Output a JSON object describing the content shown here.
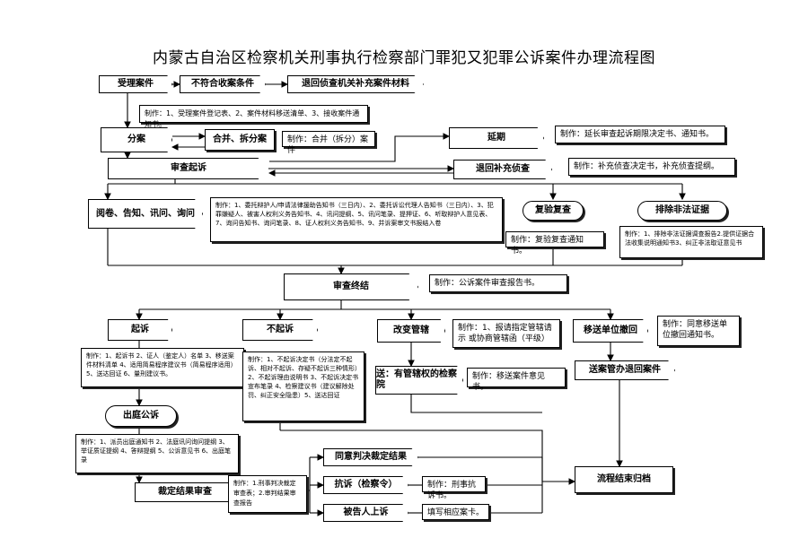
{
  "title": "内蒙古自治区检察机关刑事执行检察部门罪犯又犯罪公诉案件办理流程图",
  "nodes": {
    "receive_case": "受理案件",
    "not_conform": "不符合收案条件",
    "return_material": "退回侦查机关补充案件材料",
    "note_receive": "制作：1、受理案件登记表、2、案件材料移送清单、3、接收案件通知书。",
    "fenan": "分案",
    "merge_split": "合并、拆分案",
    "note_merge": "制作：合并（拆分）案件",
    "extend": "延期",
    "note_extend": "制作：延长审查起诉期限决定书、通知书。",
    "review_prosecution": "审查起诉",
    "return_investigation": "退回补充侦查",
    "note_return_investigation": "制作：补充侦查决定书，补充侦查提纲。",
    "read_file": "阅卷、告知、讯问、询问",
    "note_read": "制作：1、委托辩护人/申请法律援助告知书（三日内）、2、委托诉讼代理人告知书（三日内）、3、犯罪嫌疑人、被害人权利义务告知书、4、讯问提纲、5、讯问笔录、提押证、6、听取辩护人意见表、7、询问告知书、询问笔录、8、证人权利义务告知书、9、并诉案审文书报结入卷",
    "recheck": "复验复查",
    "note_recheck": "制作：复验复查通知书。",
    "exclude_evidence": "排除非法证据",
    "note_exclude": "制作：1、排除非法证据调查报告2.提供证据合法收集说明通知书3、纠正非法取证意见书",
    "review_end": "审查终结",
    "note_review_end": "制作：公诉案件审查报告书。",
    "prosecute": "起诉",
    "no_prosecute": "不起诉",
    "change_jurisdiction": "改变管辖",
    "note_change": "制作：1、报请指定管辖请示 或协商管辖函（平级）",
    "return_transfer": "移送单位撤回",
    "note_transfer": "制作：同意移送单位撤回通知书。",
    "note_prosecute": "制作：1、起诉书 2、证人（鉴定人）名单 3、移送案件材料清单 4、适用简易程序建议书（简易程序适用）5、送达回证 6、量刑建议书。",
    "note_no_prosecute": "制作：1、不起诉决定书（分法定不起诉、相对不起诉、存疑不起诉三种情形）2、不起诉理由说明书 3、不起诉决定书宣布笔录 4、检察建议书（建议解除处罚、纠正安全隐患）5、送达回证",
    "to_competent": "送：有管辖权的检察院",
    "note_transfer_opinion": "制作：移送案件意见书。",
    "send_handler": "送案管办退回案件",
    "court_prosecution": "出庭公诉",
    "note_court": "制作：1、派员出庭通知书 2、法庭讯问询问提纲 3、举证质证提纲 4、答辩提纲 5、公诉意见书 6、出庭笔录",
    "verdict_review": "裁定结果审查",
    "note_verdict": "制作：1.刑事判决裁定审查表；2.审判结果审查报告",
    "agree_verdict": "同意判决裁定结果",
    "protest": "抗诉（检察令）",
    "note_protest": "制作：刑事抗诉书。",
    "appeal": "被告人上诉",
    "note_appeal": "填写相应案卡。",
    "end_archive": "流程结束归档"
  }
}
